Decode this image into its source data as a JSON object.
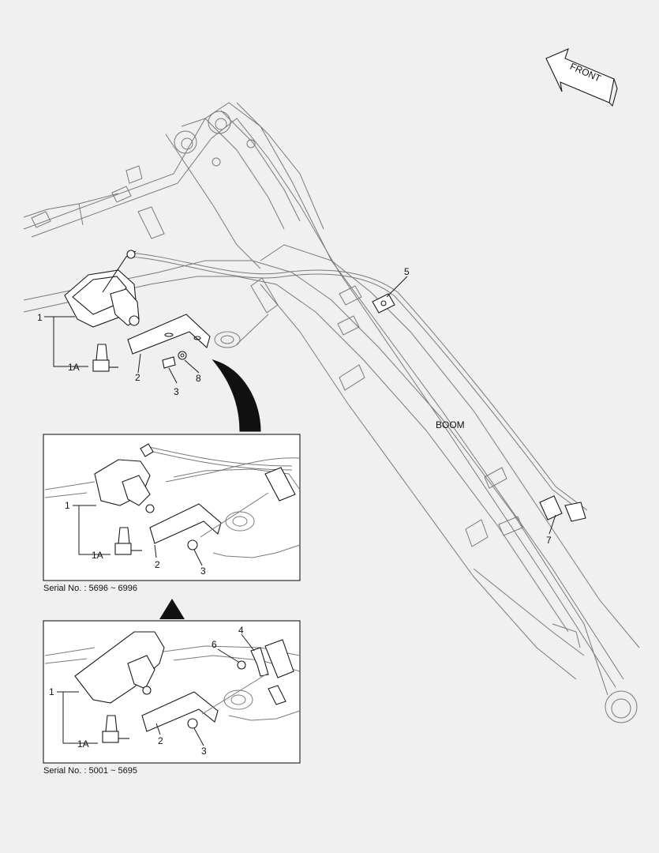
{
  "labels": {
    "front": "FRONT",
    "boom": "BOOM",
    "main": {
      "p1": "1",
      "p1a": "1A",
      "p2": "2",
      "p3": "3",
      "p8": "8",
      "p5": "5",
      "p7": "7"
    },
    "inset1": {
      "p1": "1",
      "p1a": "1A",
      "p2": "2",
      "p3": "3"
    },
    "inset2": {
      "p1": "1",
      "p1a": "1A",
      "p2": "2",
      "p3": "3",
      "p4": "4",
      "p6": "6"
    }
  },
  "serials": {
    "inset1": "Serial No. : 5696 ~ 6996",
    "inset2": "Serial No. : 5001 ~ 5695"
  }
}
